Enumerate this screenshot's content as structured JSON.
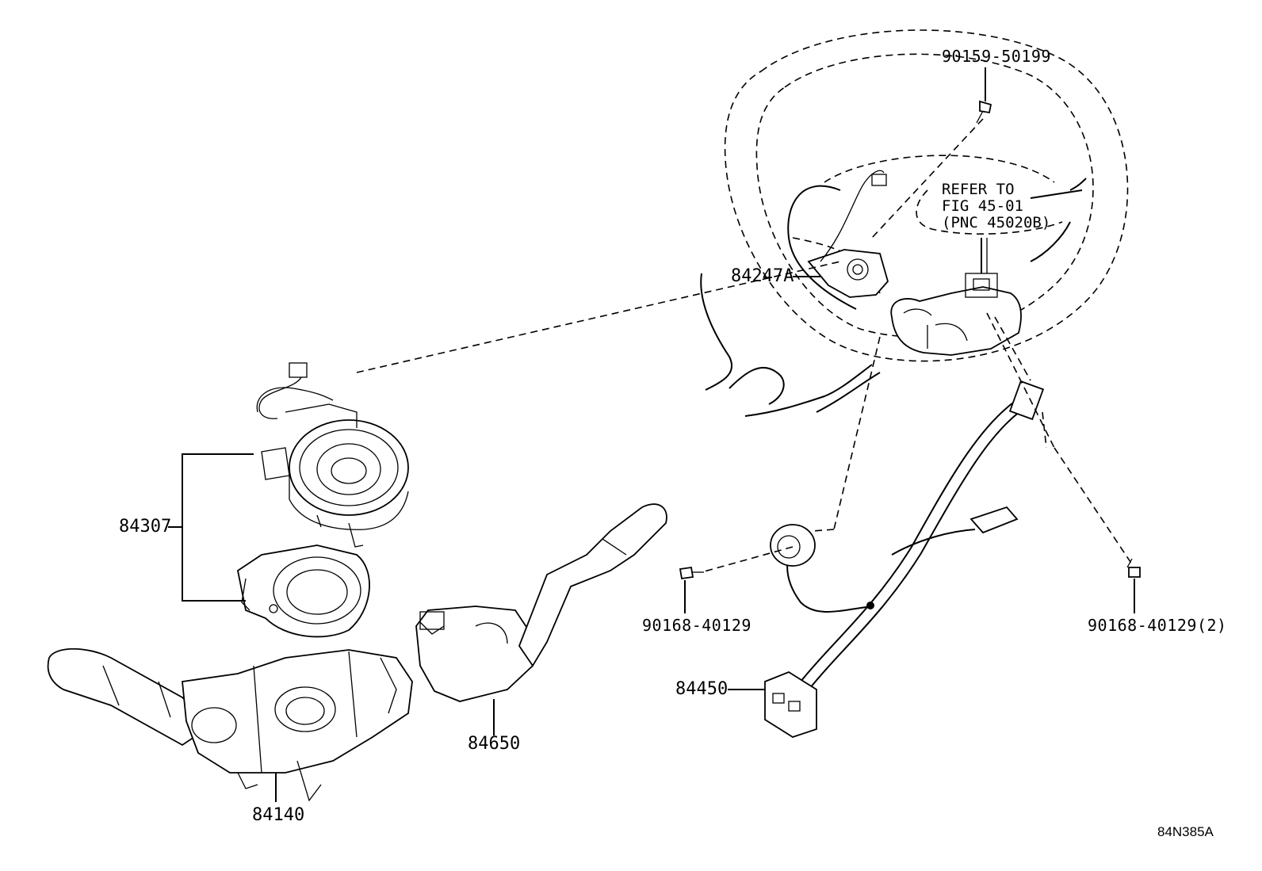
{
  "figure_code": "84N385A",
  "callouts": {
    "p84307": "84307",
    "p84140": "84140",
    "p84650": "84650",
    "p84247A": "84247A",
    "p84450": "84450",
    "p90159": "90159-50199",
    "p90168_left": "90168-40129",
    "p90168_right": "90168-40129(2)"
  },
  "reference_note": {
    "line1": "REFER TO",
    "line2": "FIG 45-01",
    "line3": "(PNC 45020B)"
  }
}
